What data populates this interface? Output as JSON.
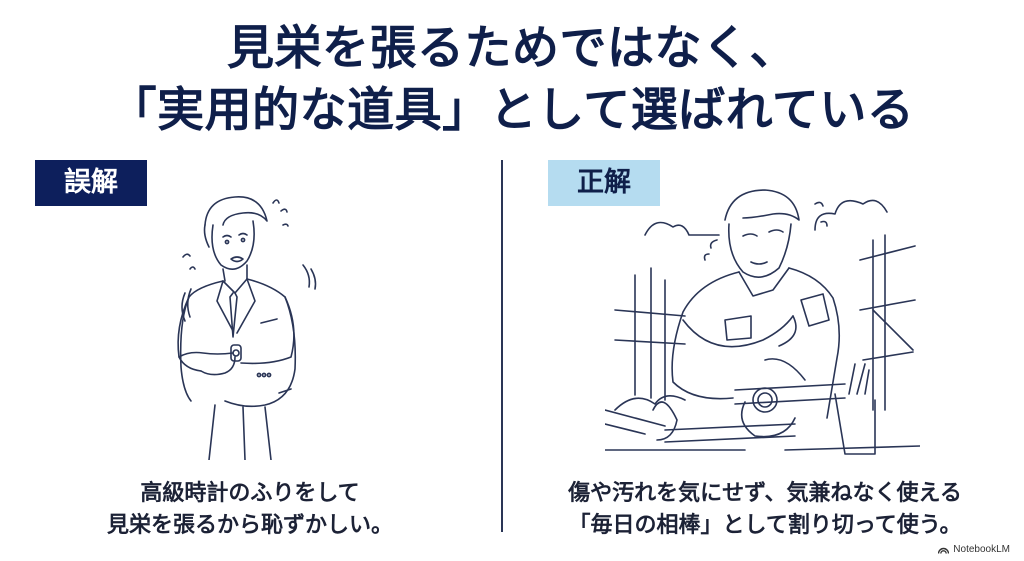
{
  "title": {
    "line1": "見栄を張るためではなく、",
    "line2": "「実用的な道具」として選ばれている"
  },
  "left_panel": {
    "label": "誤解",
    "label_bg": "#0d1f5c",
    "illustration": "nervous-businessman-checking-watch",
    "caption_line1": "高級時計のふりをして",
    "caption_line2": "見栄を張るから恥ずかしい。"
  },
  "right_panel": {
    "label": "正解",
    "label_bg": "#b5dcf0",
    "illustration": "construction-worker-with-hammer-and-watch",
    "caption_line1": "傷や汚れを気にせず、気兼ねなく使える",
    "caption_line2": "「毎日の相棒」として割り切って使う。"
  },
  "branding": {
    "icon": "notebooklm-logo-icon",
    "text": "NotebookLM"
  },
  "colors": {
    "title": "#0f1f4a",
    "divider": "#2a3556"
  }
}
